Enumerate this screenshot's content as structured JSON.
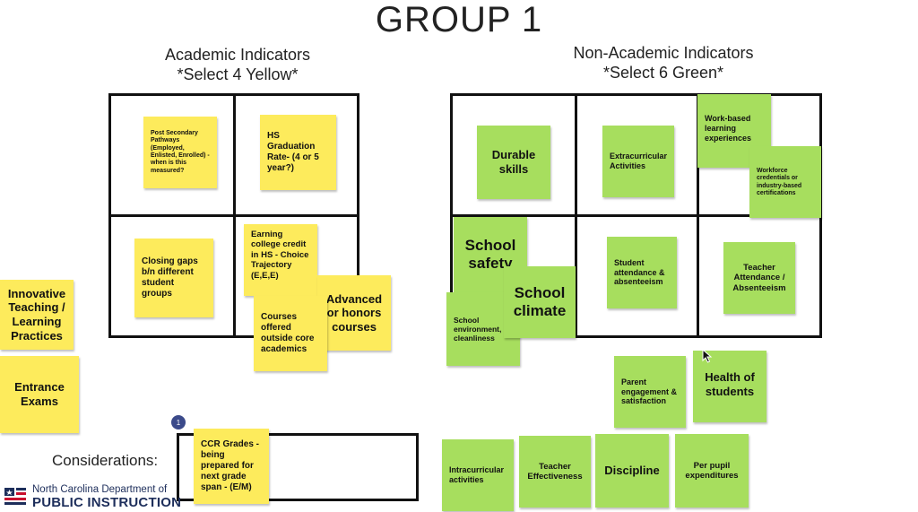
{
  "title": "GROUP 1",
  "academic": {
    "heading_line1": "Academic Indicators",
    "heading_line2": "*Select 4 Yellow*",
    "notes": {
      "post_secondary": "Post Secondary Pathways (Employed, Enlisted, Enrolled) - when is this measured?",
      "hs_graduation": "HS Graduation Rate- (4 or 5 year?)",
      "closing_gaps": "Closing gaps b/n different student groups",
      "earning_credit": "Earning college credit in HS - Choice Trajectory (E,E,E)",
      "advanced_courses": "Advanced or honors courses",
      "courses_outside": "Courses offered outside core academics"
    }
  },
  "non_academic": {
    "heading_line1": "Non-Academic Indicators",
    "heading_line2": "*Select 6 Green*",
    "notes": {
      "durable_skills": "Durable skills",
      "extracurricular": "Extracurricular Activities",
      "work_based": "Work-based learning experiences",
      "workforce_credentials": "Workforce credentials or industry-based certifications",
      "school_safety": "School safety",
      "school_climate": "School climate",
      "school_environment": "School environment, cleanliness",
      "student_attendance": "Student attendance & absenteeism",
      "teacher_attendance": "Teacher Attendance / Absenteeism",
      "parent_engagement": "Parent engagement & satisfaction",
      "health_students": "Health of students",
      "intracurricular": "Intracurricular activities",
      "teacher_effectiveness": "Teacher Effectiveness",
      "discipline": "Discipline",
      "per_pupil": "Per pupil expenditures"
    }
  },
  "side_notes": {
    "innovative": "Innovative Teaching / Learning Practices",
    "entrance": "Entrance Exams"
  },
  "considerations": {
    "label": "Considerations:",
    "note": "CCR Grades - being prepared for next grade span - (E/M)",
    "comment_count": "1"
  },
  "logo": {
    "line1": "North Carolina Department of",
    "line2": "PUBLIC INSTRUCTION"
  },
  "colors": {
    "yellow": "#fdeb5c",
    "green": "#a7de5e",
    "brand_navy": "#1d2e5b"
  }
}
